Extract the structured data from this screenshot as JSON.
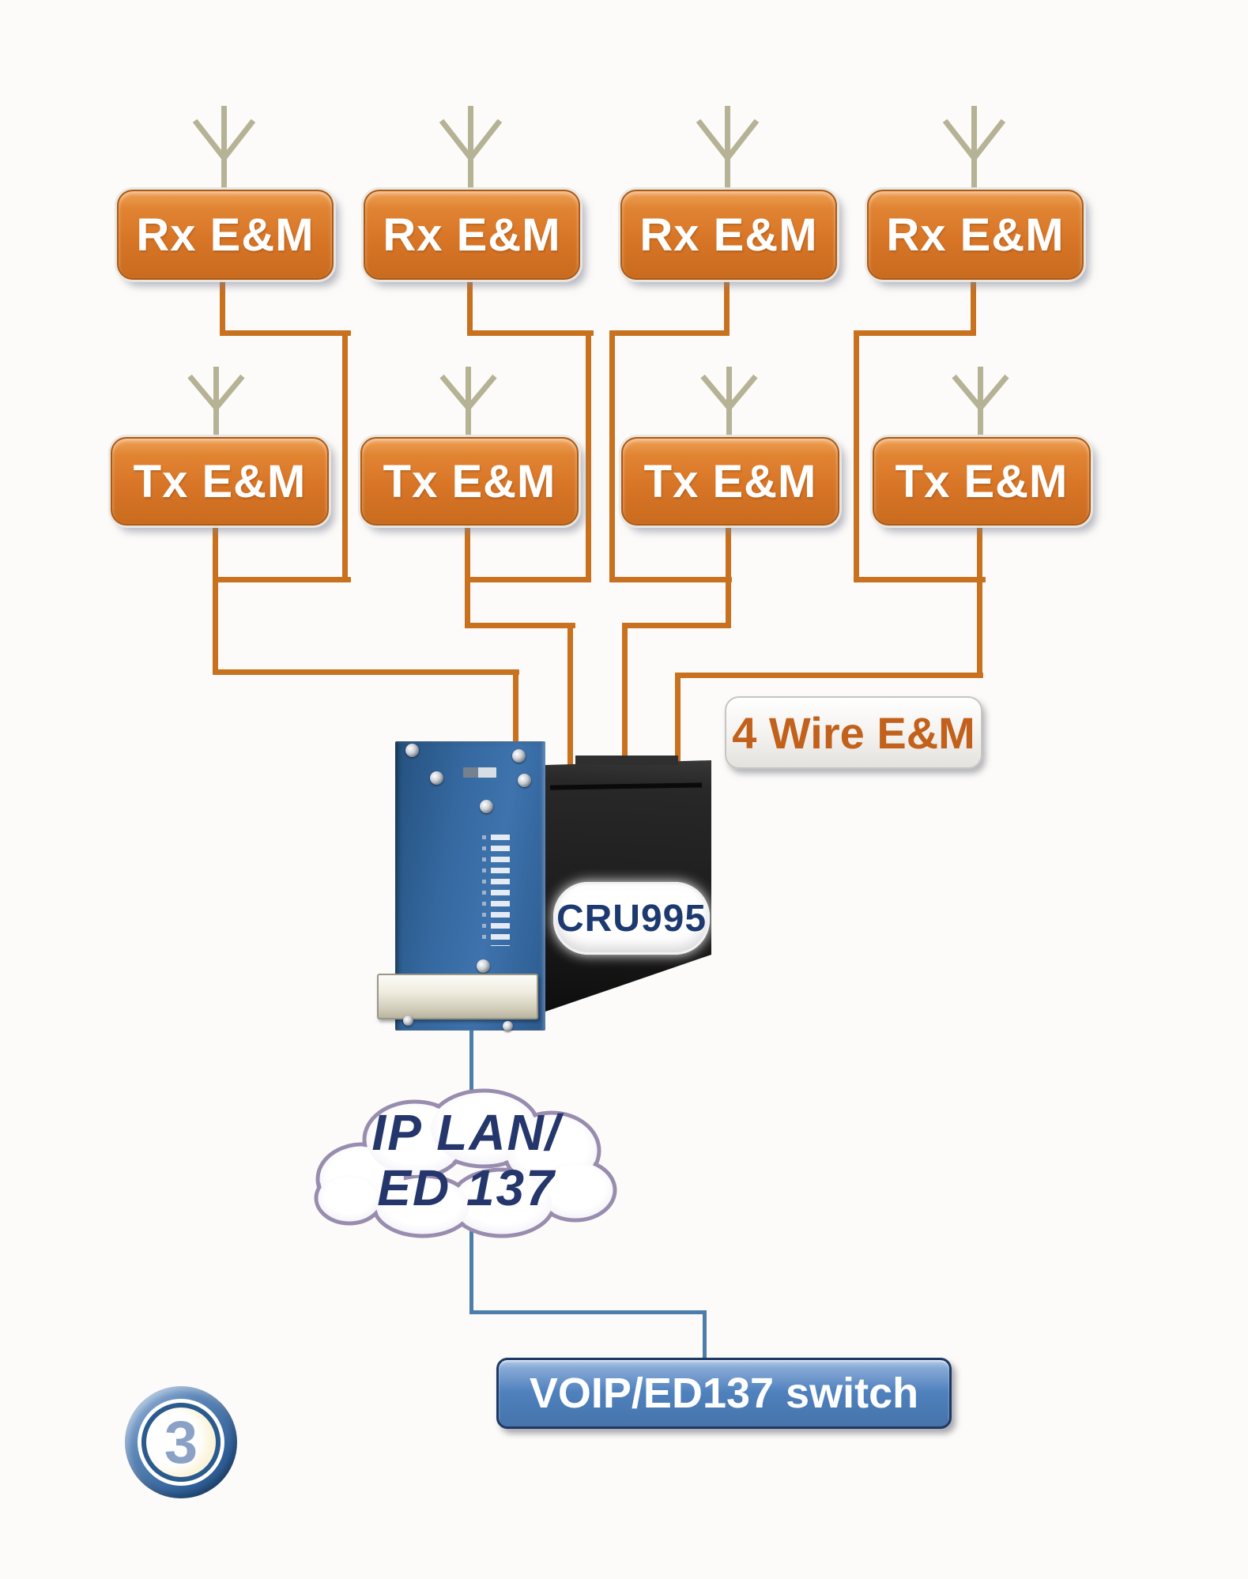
{
  "labels": {
    "rx_box": "Rx E&M",
    "tx_box": "Tx E&M",
    "four_wire": "4 Wire E&M",
    "device": "CRU995",
    "cloud_line1": "IP LAN/",
    "cloud_line2": "ED 137",
    "switch": "VOIP/ED137 switch",
    "badge": "3"
  },
  "counts": {
    "rx_radios": 4,
    "tx_radios": 4,
    "eam_channels": 4
  },
  "colors": {
    "box_orange": "#d87527",
    "wire_orange": "#c8711f",
    "antenna_tan": "#b6b295",
    "panel_blue": "#35689f",
    "chassis_black": "#1d1d1d",
    "link_blue": "#4d7dab",
    "switch_blue": "#4f81bd",
    "switch_border_navy": "#1f3864",
    "cloud_outline": "#998daf",
    "text_navy": "#24366b",
    "device_label_navy": "#1d3a70",
    "four_wire_text_orange": "#c2611c"
  }
}
